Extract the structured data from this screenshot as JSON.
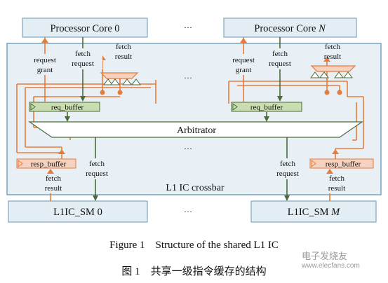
{
  "diagram": {
    "processor_core_0": "Processor Core 0",
    "processor_core_n": "Processor Core N",
    "top_ellipsis": "···",
    "mid_ellipsis_1": "···",
    "mid_ellipsis_2": "···",
    "bottom_ellipsis": "···",
    "request_grant_left": [
      "request",
      "grant"
    ],
    "fetch_request_top_left": [
      "fetch",
      "request"
    ],
    "fetch_result_top_left": [
      "fetch",
      "result"
    ],
    "request_grant_right": [
      "request",
      "grant"
    ],
    "fetch_request_top_right": [
      "fetch",
      "request"
    ],
    "fetch_result_top_right": [
      "fetch",
      "result"
    ],
    "req_buffer_left": "req_buffer",
    "req_buffer_right": "req_buffer",
    "arbitrator": "Arbitrator",
    "resp_buffer_left": "resp_buffer",
    "resp_buffer_right": "resp_buffer",
    "fetch_request_bottom_left": [
      "fetch",
      "request"
    ],
    "fetch_request_bottom_right": [
      "fetch",
      "request"
    ],
    "fetch_result_bottom_left": [
      "fetch",
      "result"
    ],
    "fetch_result_bottom_right": [
      "fetch",
      "result"
    ],
    "crossbar_label": "L1 IC crossbar",
    "l1ic_sm_0": "L1IC_SM 0",
    "l1ic_sm_m": "L1IC_SM M"
  },
  "caption": {
    "english": "Figure 1    Structure of the shared L1 IC",
    "chinese": "图 1    共享一级指令缓存的结构"
  },
  "watermark": {
    "line1": "电子发烧友",
    "line2": "www.elecfans.com"
  },
  "colors": {
    "crossbar_fill": "#e8f0f6",
    "crossbar_border": "#5a8fb0",
    "box_fill": "#e4eef5",
    "wire_orange": "#e87a3a",
    "arrow_green": "#4a6b3a",
    "req_buffer_fill": "#c9ddb0",
    "resp_buffer_fill": "#f6d2bf"
  }
}
